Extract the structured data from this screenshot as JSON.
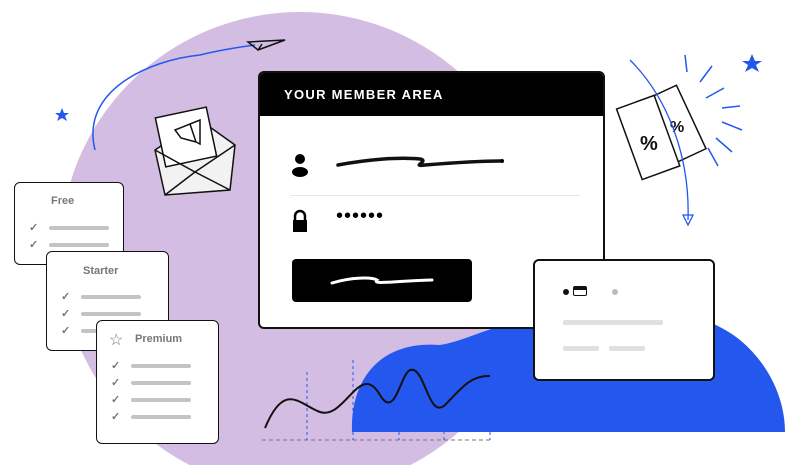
{
  "colors": {
    "purple": "#d3bde3",
    "blue": "#2457ee",
    "black": "#000000",
    "grey_bar": "#c4c4c4"
  },
  "member_area": {
    "title": "YOUR MEMBER AREA",
    "password_mask": "••••••",
    "icons": [
      "user-icon",
      "lock-icon"
    ]
  },
  "plans": [
    {
      "name": "Free",
      "features": 2
    },
    {
      "name": "Starter",
      "features": 3
    },
    {
      "name": "Premium",
      "features": 4
    }
  ]
}
